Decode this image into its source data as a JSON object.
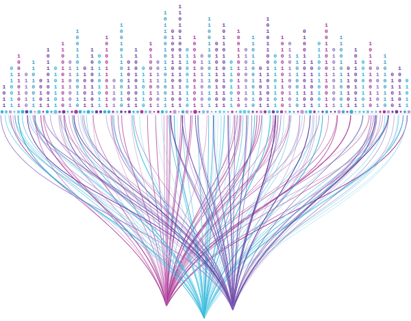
{
  "diagram": {
    "labels": [
      "1 0 1 1",
      "0 1 1 0 0 1 1",
      "1 0 0 1 1 0 1 0 1",
      "0 1 1 0 1 0",
      "1 1 0 1 0 0 1 1",
      "0 0 1 0 1",
      "1 0 1 1 0 1 0 0 1 1",
      "0 1 0 1 1 0 1",
      "1 1 0 0 1 0 1 1 0 1 0",
      "0 1 1 0 1 0 0 1",
      "1 0 0 1 1 0 1 1 0 0 1 1 0",
      "0 1 0 1 0 1 1",
      "1 1 0 1 0 0 1 1 0 1",
      "0 0 1 1 0 1 0 1 1",
      "1 0 1 0 0 1 1 0 1 0 1 1",
      "0 1 1 0 1",
      "1 0 0 1 0 1 1 0 1 0 0 1 1 0",
      "0 1 0 1 1 0 0 1",
      "1 1 0 0 1 0 1 0 1 1",
      "0 1 1 0 1 1 0",
      "1 0 1 0 0 1 1 0 1 0 1",
      "0 0 1 1 0 1 0 1",
      "1 0 1 1 0 0 1 0 1 1 0 1 0 0 1 1",
      "0 1 0 0 1 1 0 1 0 1 1 0 1",
      "1 1 0 1 0 1 0 0 1 1 0 1 0 1 1 0 1",
      "0 1 1 0 0 1 0 1 1 0",
      "1 0 0 1 0 1 1 0 1 0 0 1",
      "0 1 0 1 1 0 1 0 1",
      "1 1 0 0 1 1 0 1 0 1 1 0 1 0 1",
      "0 0 1 0 1 1 0 1 1 0 1",
      "1 0 1 1 0 1 0 0 1 1 0 1 0 1",
      "0 1 1 0 1 0 1 1",
      "1 0 0 1 1 0 1 0 1 1 0 1 0",
      "0 1 0 1 0 0 1 1 0 1",
      "1 1 0 1 1 0 0 1 0 1 1 0",
      "0 1 1 0 1 0 1",
      "1 0 1 0 1 1 0 0 1 1 0 1 0 1 1",
      "0 0 1 1 0 1 1 0 1",
      "1 0 1 0 0 1 0 1 1 0 1 0",
      "0 1 1 0 1 1 0 0 1 0 1",
      "1 1 0 1 0 0 1 1 0",
      "0 1 0 0 1 1 0 1 0 1 1 0 1",
      "1 0 1 1 0 1 0 1",
      "0 1 1 0 0 1 1 0 1 0 1",
      "1 0 0 1 1 0 1 0 1 1 0 0 1 1",
      "0 1 0 1 1 0 1 0 0 1",
      "1 1 0 0 1 0 1 1 0 1 0 1",
      "0 1 1 0 1 0 1",
      "1 0 1 1 0 0 1 0 1 1",
      "0 0 1 0 1 1 0 1",
      "1 0 1 1 0 1 0 0 1 1 0",
      "0 1 0 1 1 0 1",
      "1 1 0 1 0 0 1 1 0",
      "0 1 1 0 1 0",
      "1 0 0 1 1 0 1",
      "0 1 0 1 1"
    ]
  }
}
